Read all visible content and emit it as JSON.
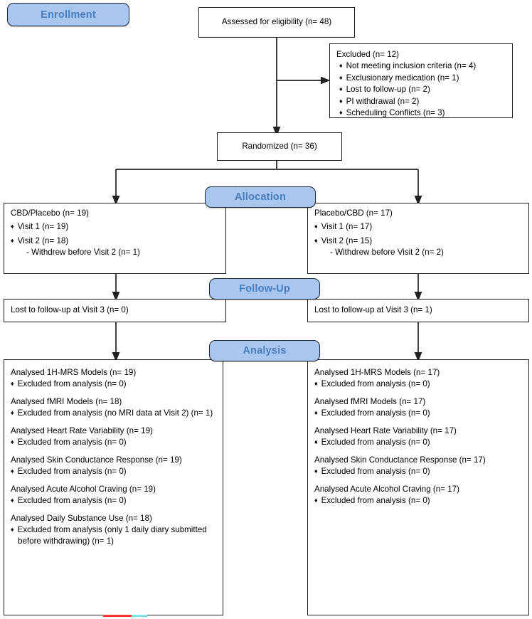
{
  "stages": {
    "enrollment": "Enrollment",
    "allocation": "Allocation",
    "followup": "Follow-Up",
    "analysis": "Analysis"
  },
  "enrollment": {
    "assessed": "Assessed for eligibility (n= 48)",
    "excluded_title": "Excluded (n= 12)",
    "excluded_reasons": [
      "Not meeting inclusion criteria (n=  4)",
      "Exclusionary medication (n=  1)",
      "Lost to follow-up (n= 2)",
      "PI withdrawal (n= 2)",
      "Scheduling Conflicts (n= 3)"
    ],
    "randomized": "Randomized (n= 36)"
  },
  "allocation": {
    "left": {
      "title": "CBD/Placebo (n= 19)",
      "items": [
        "Visit 1 (n= 19)",
        "Visit 2 (n= 18)"
      ],
      "sub": "- Withdrew before Visit 2 (n= 1)"
    },
    "right": {
      "title": "Placebo/CBD (n= 17)",
      "items": [
        "Visit 1 (n= 17)",
        "Visit 2 (n= 15)"
      ],
      "sub": "- Withdrew before Visit 2 (n= 2)"
    }
  },
  "followup": {
    "left": "Lost to follow-up at Visit 3 (n= 0)",
    "right": "Lost to follow-up at Visit 3 (n= 1)"
  },
  "analysis": {
    "left": [
      {
        "title": "Analysed 1H-MRS Models (n= 19)",
        "note": "Excluded from analysis (n= 0)"
      },
      {
        "title": "Analysed fMRI Models (n= 18)",
        "note": "Excluded from analysis (no MRI data at Visit 2) (n= 1)"
      },
      {
        "title": "Analysed Heart Rate Variability (n= 19)",
        "note": "Excluded from analysis (n= 0)"
      },
      {
        "title": "Analysed Skin Conductance Response (n= 19)",
        "note": "Excluded from analysis (n= 0)"
      },
      {
        "title": "Analysed Acute Alcohol Craving (n= 19)",
        "note": "Excluded from analysis (n= 0)"
      },
      {
        "title": "Analysed Daily Substance Use (n= 18)",
        "note": "Excluded from analysis (only 1 daily diary submitted before withdrawing) (n= 1)"
      }
    ],
    "right": [
      {
        "title": "Analysed 1H-MRS Models (n= 17)",
        "note": "Excluded from analysis (n= 0)"
      },
      {
        "title": "Analysed fMRI Models (n= 17)",
        "note": "Excluded from analysis (n= 0)"
      },
      {
        "title": "Analysed Heart Rate Variability (n= 17)",
        "note": "Excluded from analysis (n= 0)"
      },
      {
        "title": "Analysed Skin Conductance Response (n= 17)",
        "note": "Excluded from analysis (n= 0)"
      },
      {
        "title": "Analysed Acute Alcohol Craving (n= 17)",
        "note": "Excluded from analysis (n= 0)"
      }
    ]
  },
  "colors": {
    "pill_fill": "#a8c6ef",
    "pill_border": "#1b2838",
    "pill_text": "#4a7ebb",
    "box_border": "#231f20",
    "artifact_red": "#ff3b30",
    "artifact_cyan": "#7fe3f0"
  }
}
